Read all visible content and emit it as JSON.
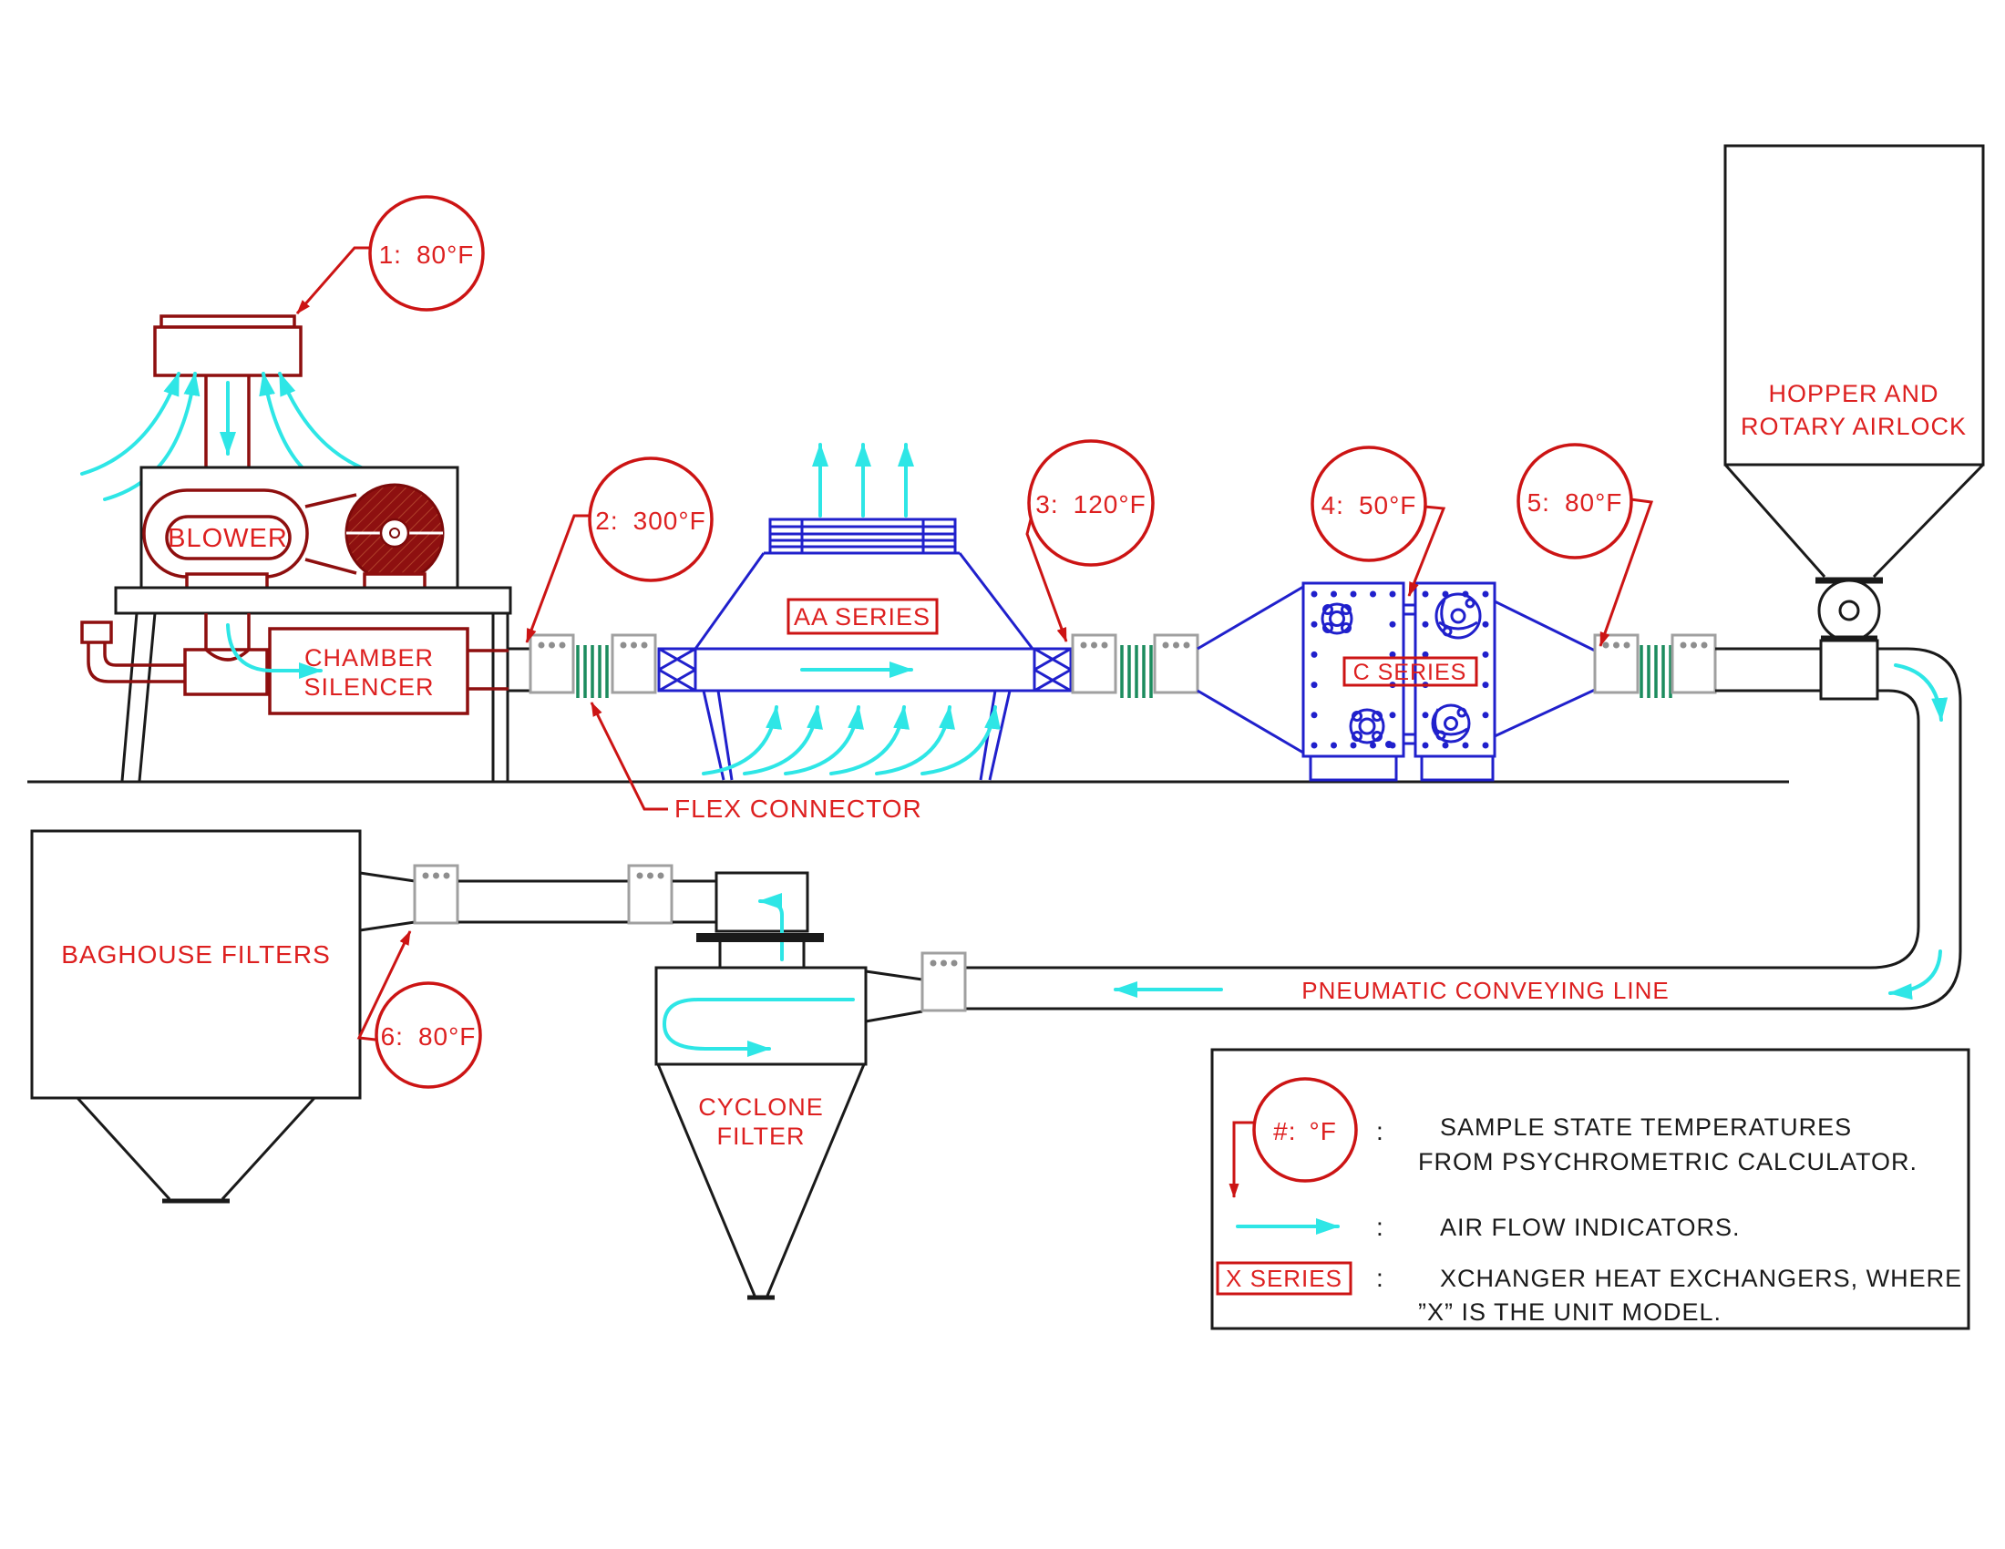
{
  "diagram_type": "pneumatic-conveying-system-schematic",
  "colors": {
    "label_red": "#CC1414",
    "equipment_dark_red": "#8E0F0F",
    "exchanger_blue": "#2020CC",
    "airflow_cyan": "#2EE6E6",
    "flex_green": "#1C8C5E",
    "flange_gray": "#A0A0A0",
    "line_black": "#1A1A1A"
  },
  "labels": {
    "blower": "BLOWER",
    "chamber": [
      "CHAMBER",
      "SILENCER"
    ],
    "flex_connector": "FLEX CONNECTOR",
    "aa_series": "AA SERIES",
    "c_series": "C SERIES",
    "hopper": [
      "HOPPER AND",
      "ROTARY AIRLOCK"
    ],
    "baghouse": "BAGHOUSE FILTERS",
    "cyclone": [
      "CYCLONE",
      "FILTER"
    ],
    "conveying_line": "PNEUMATIC CONVEYING LINE"
  },
  "temps": [
    {
      "label": "1:",
      "value": "80°F"
    },
    {
      "label": "2:",
      "value": "300°F"
    },
    {
      "label": "3:",
      "value": "120°F"
    },
    {
      "label": "4:",
      "value": "50°F"
    },
    {
      "label": "5:",
      "value": "80°F"
    },
    {
      "label": "6:",
      "value": "80°F"
    }
  ],
  "legend": {
    "sample_label": "#:",
    "sample_unit": "°F",
    "colon": ":",
    "rows": [
      {
        "text1": "SAMPLE STATE TEMPERATURES",
        "text2": "FROM PSYCHROMETRIC CALCULATOR."
      },
      {
        "text1": "AIR FLOW INDICATORS."
      },
      {
        "label": "X SERIES",
        "text1": "XCHANGER HEAT EXCHANGERS, WHERE",
        "text2": "”X” IS THE UNIT MODEL."
      }
    ]
  }
}
